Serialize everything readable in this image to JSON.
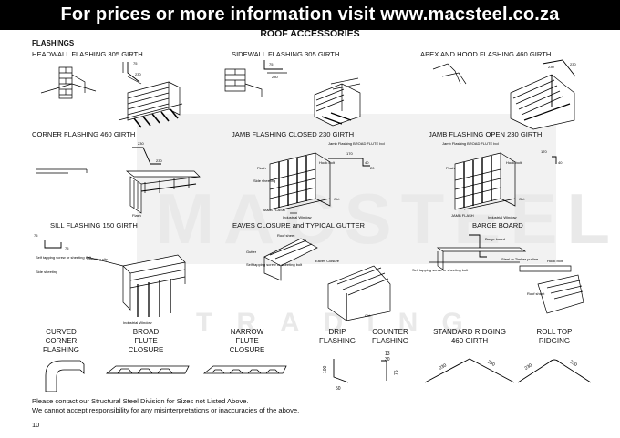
{
  "banner": "For prices or more information visit www.macsteel.co.za",
  "subtitle": "ROOF ACCESSORIES",
  "section": "FLASHINGS",
  "watermark": {
    "main": "MACSTEEL",
    "sub": "TRADING"
  },
  "figures": {
    "headwall": "HEADWALL FLASHING 305 GIRTH",
    "sidewall": "SIDEWALL FLASHING 305 GIRTH",
    "apex": "APEX AND HOOD FLASHING 460 GIRTH",
    "corner": "CORNER FLASHING 460 GIRTH",
    "jamb_closed": "JAMB FLASHING CLOSED 230 GIRTH",
    "jamb_open": "JAMB FLASHING OPEN 230 GIRTH",
    "sill": "SILL FLASHING 150 GIRTH",
    "eaves": "EAVES CLOSURE and TYPICAL GUTTER",
    "barge": "BARGE BOARD"
  },
  "dims": {
    "headwall": [
      "75",
      "230"
    ],
    "sidewall": [
      "75",
      "230"
    ],
    "apex": [
      "230",
      "230"
    ],
    "corner": [
      "230",
      "230"
    ],
    "jamb_closed": [
      "170",
      "40",
      "20"
    ],
    "jamb_open": [
      "170",
      "40"
    ],
    "sill": [
      "75",
      "75"
    ],
    "drip": [
      "100",
      "50"
    ],
    "counter": [
      "13",
      "30",
      "75"
    ],
    "ridging": [
      "230",
      "230"
    ],
    "rolltop": [
      "230",
      "230"
    ]
  },
  "callouts": {
    "jamb_closed_top": "Jamb Flashing BROAD FLUTE bol",
    "jamb_open_top": "Jamb Flashing BROAD FLUTE bol",
    "flash": "Flash",
    "hook_bolt": "Hook bolt",
    "side_sheeting": "Side sheeting",
    "girt": "Girt",
    "jamb_flash": "JAMB FLASH",
    "industrial_window": "Industrial Window",
    "self_tap": "Self tapping screw or sheeting bolt",
    "sheeting_clip": "Sheeting clip",
    "eaves_closure": "Eaves Closure",
    "gutter": "Gutter",
    "roof_sheet": "Roof sheet",
    "barge_board": "Barge board",
    "steel_timber": "Steel or Timber purline"
  },
  "bottom": [
    {
      "key": "curved",
      "label": "CURVED\nCORNER\nFLASHING"
    },
    {
      "key": "broad",
      "label": "BROAD\nFLUTE\nCLOSURE"
    },
    {
      "key": "narrow",
      "label": "NARROW\nFLUTE\nCLOSURE"
    },
    {
      "key": "drip",
      "label": "DRIP\nFLASHING"
    },
    {
      "key": "counter",
      "label": "COUNTER\nFLASHING"
    },
    {
      "key": "standard",
      "label": "STANDARD RIDGING\n460 GIRTH"
    },
    {
      "key": "rolltop",
      "label": "ROLL TOP\nRIDGING"
    }
  ],
  "notes": [
    "Please contact our Structural Steel Division for Sizes not Listed Above.",
    "We cannot accept responsibility for any misinterpretations or inaccuracies of the above."
  ],
  "page_number": "10"
}
